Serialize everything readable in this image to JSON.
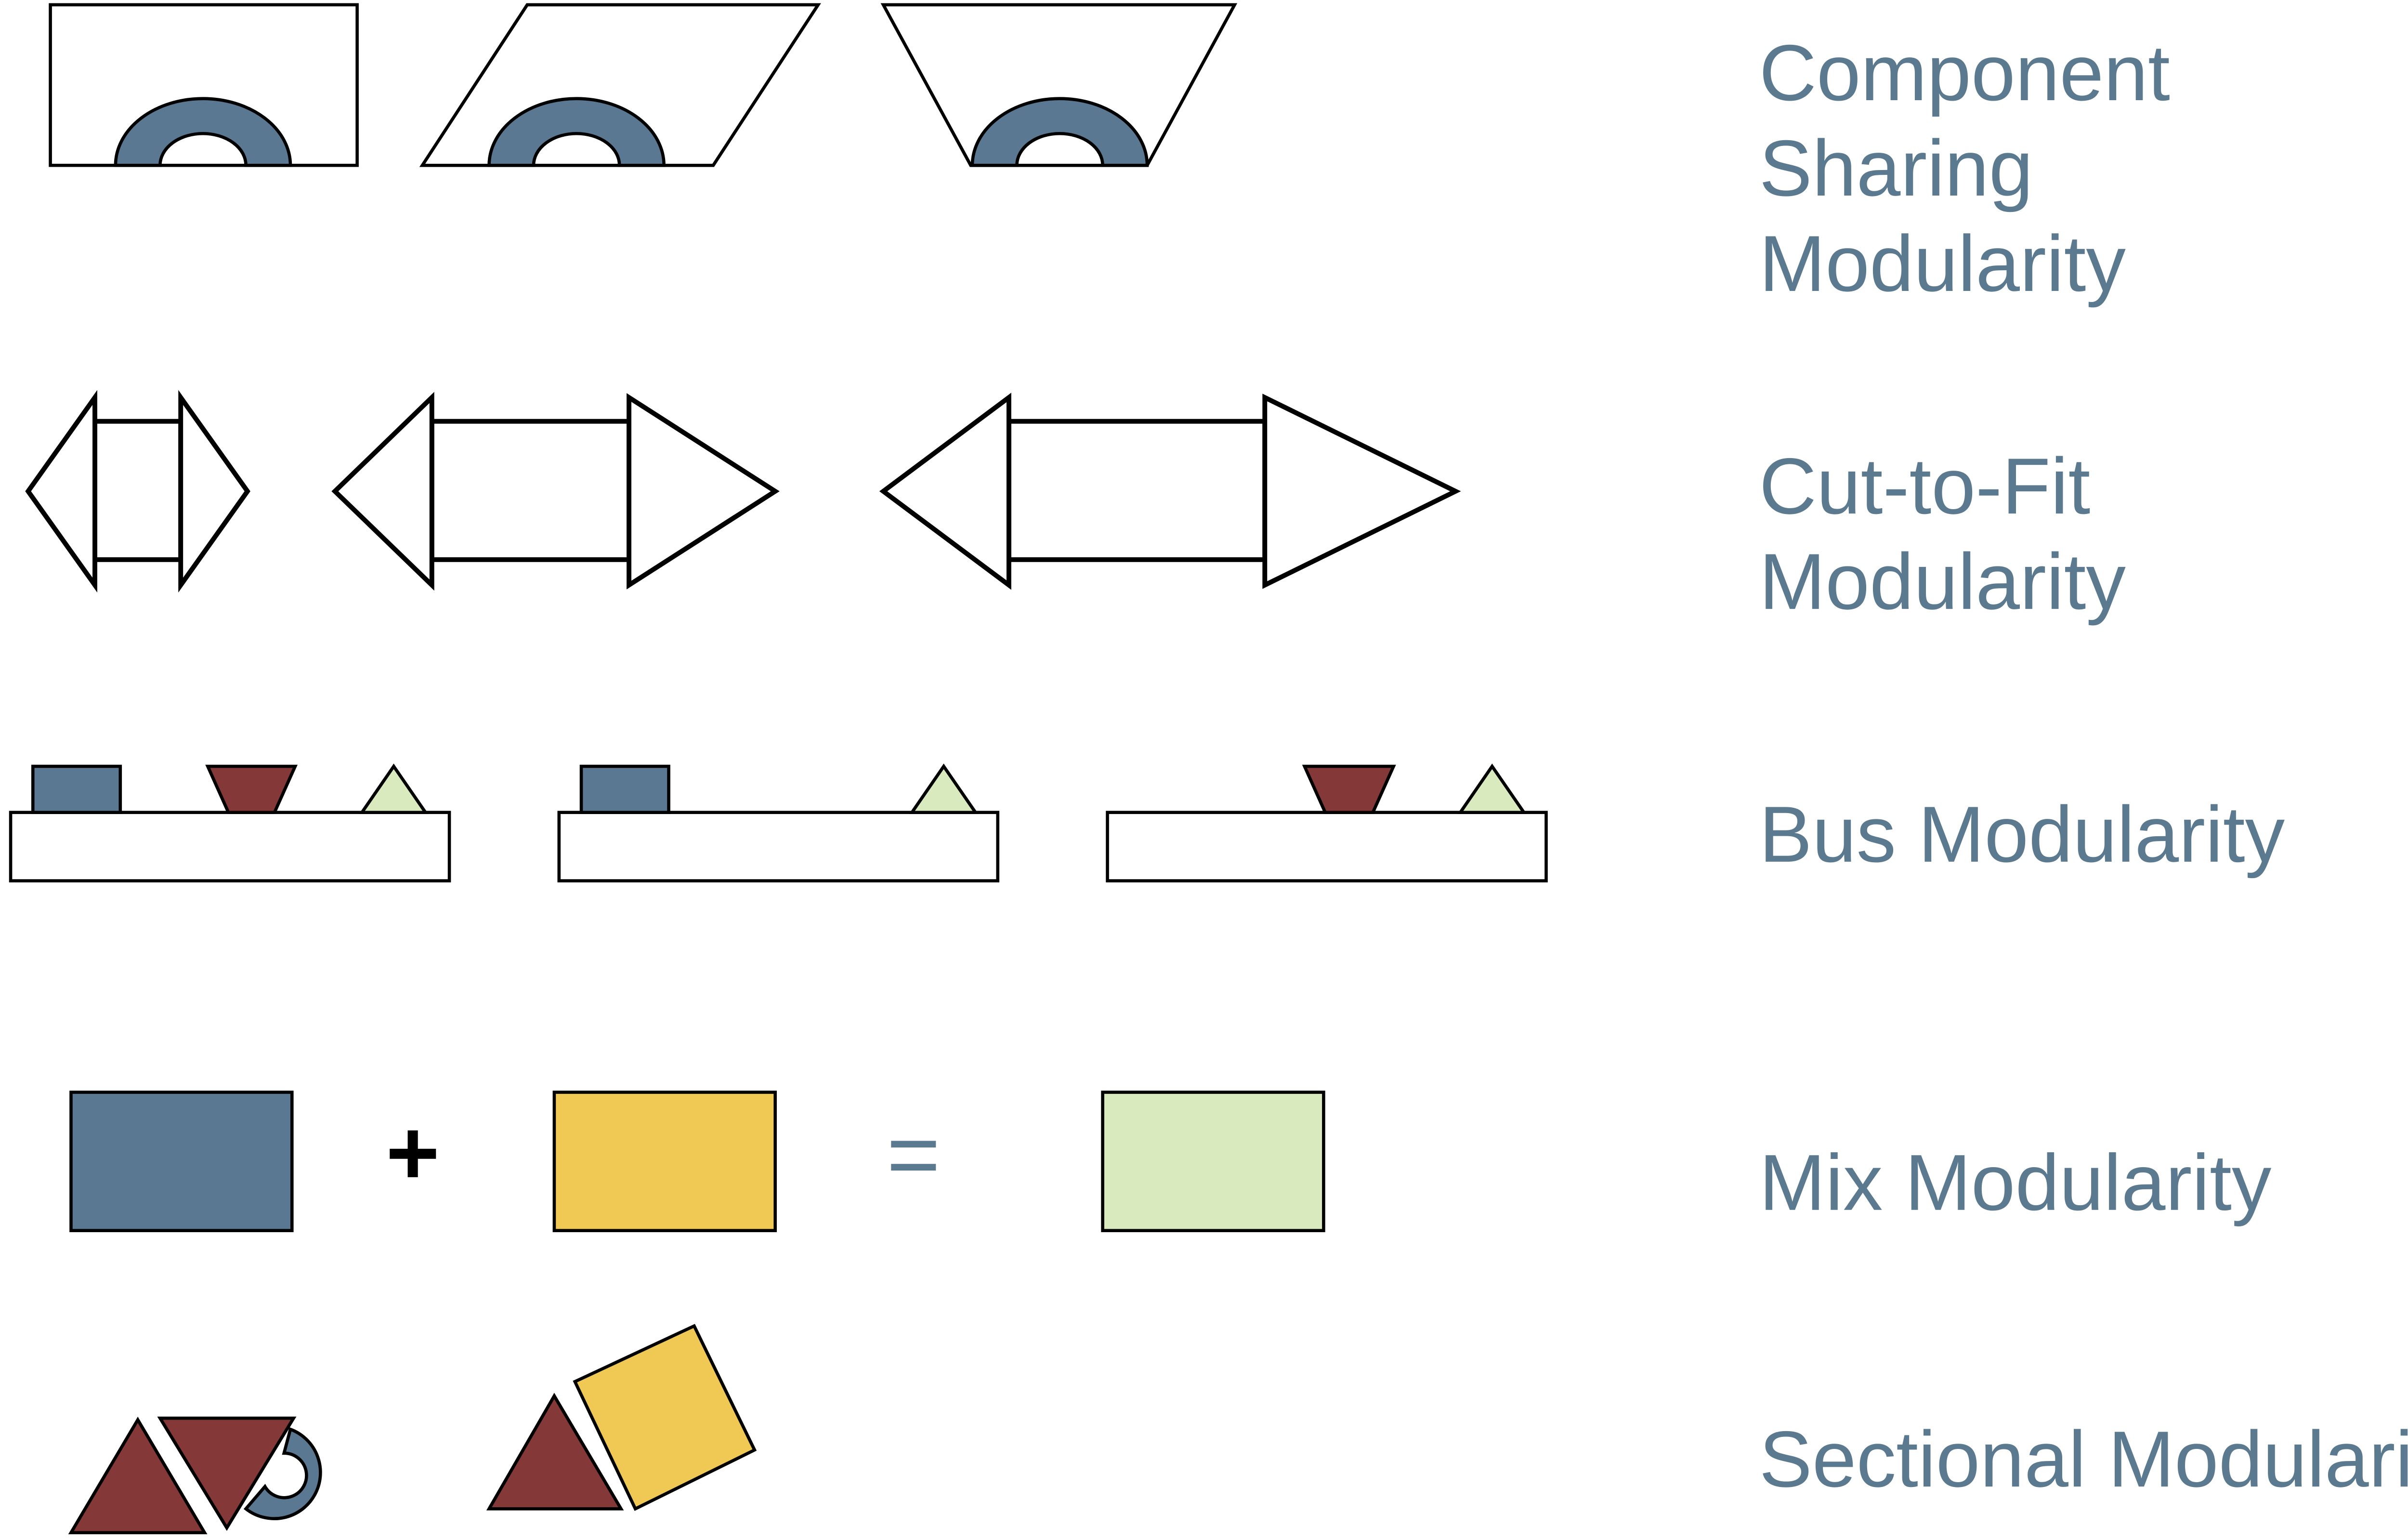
{
  "labels": {
    "component_sharing": [
      "Component",
      "Sharing",
      "Modularity"
    ],
    "cut_to_fit": [
      "Cut-to-Fit",
      "Modularity"
    ],
    "bus": [
      "Bus Modularity"
    ],
    "mix": [
      "Mix Modularity"
    ],
    "sectional": [
      "Sectional Modularity"
    ]
  },
  "mix_operators": {
    "plus": "+",
    "equals": "="
  },
  "colors": {
    "label_text": "#5b7a8f",
    "steel_blue": "#5a7891",
    "maroon": "#843838",
    "yellow": "#f0c955",
    "light_green": "#d9ebbe",
    "outline": "#000000",
    "operator_plus": "#000000",
    "operator_equals": "#5b7a8f"
  }
}
